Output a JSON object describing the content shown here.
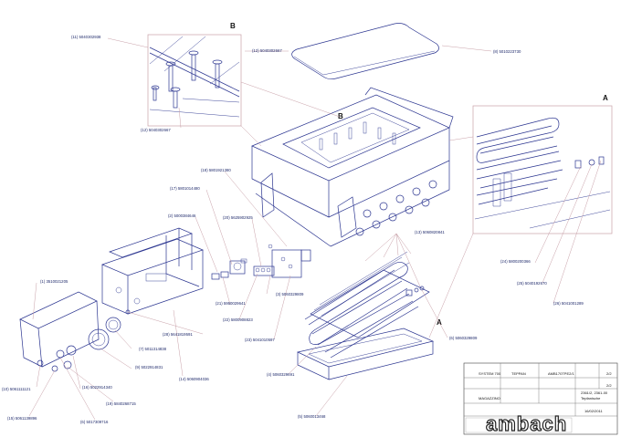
{
  "detail_labels": {
    "b": "B",
    "a": "A",
    "b_main": "B",
    "a_main": "A"
  },
  "parts": [
    {
      "id": "p11",
      "text": "(11) 5040302938"
    },
    {
      "id": "p12a",
      "text": "(12) 5040302667"
    },
    {
      "id": "p12b",
      "text": "(12) 5040302667"
    },
    {
      "id": "p8",
      "text": "(8) 5010223730"
    },
    {
      "id": "p18",
      "text": "(18) 5801921380"
    },
    {
      "id": "p17",
      "text": "(17) 5801014480"
    },
    {
      "id": "p2",
      "text": "(2) 5000384646"
    },
    {
      "id": "p20",
      "text": "(20) 5625902925"
    },
    {
      "id": "p13",
      "text": "(13) 5060820841"
    },
    {
      "id": "p1",
      "text": "(1) 3510021205"
    },
    {
      "id": "p21",
      "text": "(21) 5950029641"
    },
    {
      "id": "p22",
      "text": "(22) 5800908823"
    },
    {
      "id": "p3",
      "text": "(3) 5060329809"
    },
    {
      "id": "p23",
      "text": "(23) 5041010597"
    },
    {
      "id": "p24",
      "text": "(24) 5800200366"
    },
    {
      "id": "p25",
      "text": "(25) 5040192670"
    },
    {
      "id": "p26",
      "text": "(26) 5041001289"
    },
    {
      "id": "p28",
      "text": "(28) 5641819591"
    },
    {
      "id": "p7",
      "text": "(7) 5011314838"
    },
    {
      "id": "p9",
      "text": "(9) 5022914831"
    },
    {
      "id": "p16",
      "text": "(16) 5022914340"
    },
    {
      "id": "p14",
      "text": "(14) 5060904036"
    },
    {
      "id": "p4",
      "text": "(4) 5060329691"
    },
    {
      "id": "p5",
      "text": "(5) 5060013468"
    },
    {
      "id": "p6",
      "text": "(6) 5060329809"
    },
    {
      "id": "p10",
      "text": "(10) 5061111121"
    },
    {
      "id": "p19",
      "text": "(19) 5840268715"
    },
    {
      "id": "p15",
      "text": "(15) 5061139896"
    },
    {
      "id": "p6b",
      "text": "(6) 5017309716"
    }
  ],
  "title_block": {
    "system_label": "SYSTEM 700",
    "model_label": "TEPPAN",
    "code": "AMB170TPE2/1",
    "sheet_label": "2/2",
    "page": "2/2",
    "group_label": "MAGAZZINO",
    "drawing_no": "2361/2, 2361-00",
    "drawing_name": "Tepfanische",
    "date": "16/02/2011",
    "logo": "ambach"
  },
  "colors": {
    "line": "#2b3590",
    "leader": "#c8a0a8",
    "label": "#1f2a6b"
  }
}
